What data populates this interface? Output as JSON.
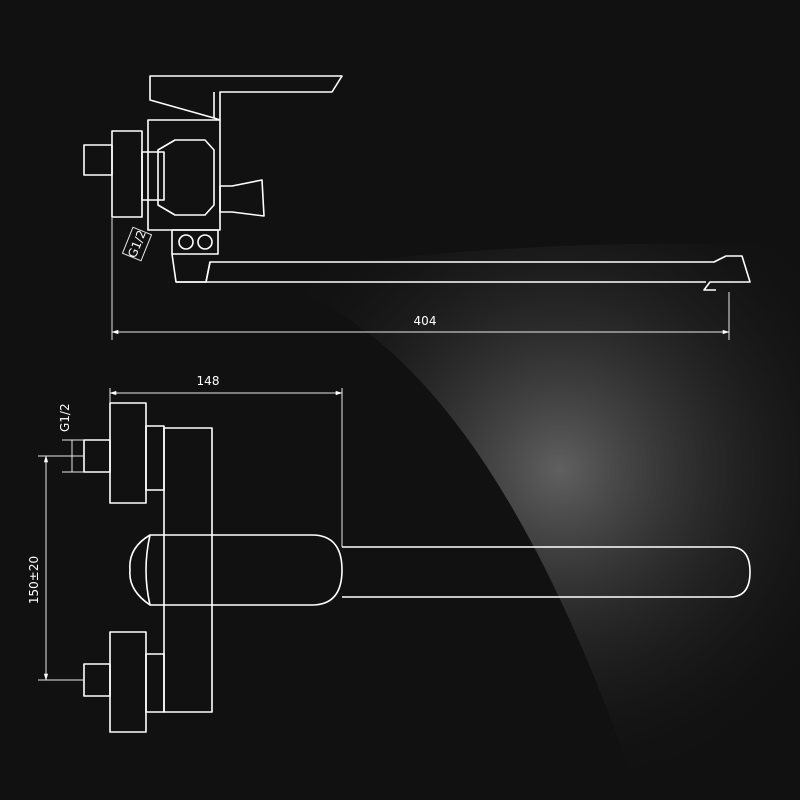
{
  "drawing": {
    "colors": {
      "background": "#111111",
      "line": "#ffffff",
      "glare": "#6e6e6e"
    },
    "side_view": {
      "thread_label": "G1/2",
      "length_label": "404"
    },
    "top_view": {
      "depth_label": "148",
      "thread_label": "G1/2",
      "center_distance_label": "150±20"
    }
  }
}
